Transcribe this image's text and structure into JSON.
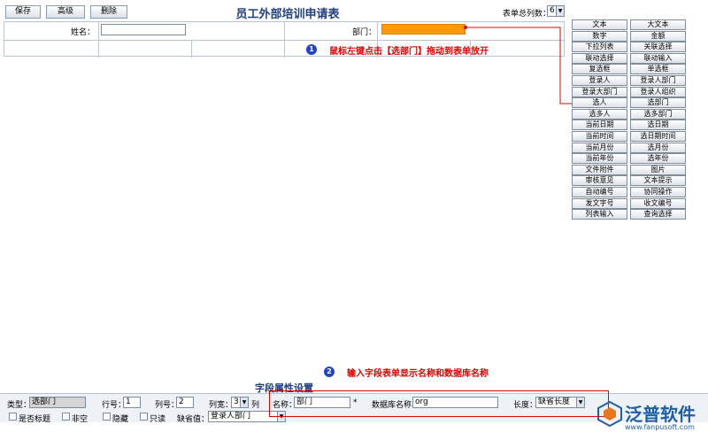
{
  "toolbar": {
    "save": "保存",
    "advanced": "高级",
    "delete": "删除"
  },
  "form_title": "员工外部培训申请表",
  "columns": {
    "label": "表单总列数：",
    "value": "6"
  },
  "form": {
    "name_label": "姓名：",
    "dept_label": "部门："
  },
  "panel_buttons": [
    "文本",
    "大文本",
    "数字",
    "金额",
    "下拉列表",
    "关联选择",
    "联动选择",
    "联动输入",
    "复选框",
    "单选框",
    "登录人",
    "登录人部门",
    "登录大部门",
    "登录人组织",
    "选人",
    "选部门",
    "选多人",
    "选多部门",
    "当前日期",
    "选日期",
    "当前时间",
    "选日期时间",
    "当前月份",
    "选月份",
    "当前年份",
    "选年份",
    "文件附件",
    "图片",
    "审核意见",
    "文本提示",
    "自动编号",
    "协同操作",
    "发文字号",
    "收文编号",
    "列表输入",
    "查询选择"
  ],
  "annotations": {
    "step1_num": "1",
    "step1": "鼠标左键点击【选部门】拖动到表单放开",
    "step2_num": "2",
    "step2": "输入字段表单显示名称和数据库名称"
  },
  "section_title": "字段属性设置",
  "props": {
    "type_label": "类型：",
    "type_value": "选部门",
    "row_label": "行号：",
    "row_value": "1",
    "col_label": "列号：",
    "col_value": "2",
    "width_label": "列宽：",
    "width_value": "3",
    "width_unit": "列",
    "name_label": "名称：",
    "name_value": "部门",
    "required_mark": "*",
    "db_label": "数据库名称：",
    "db_value": "org",
    "length_label": "长度：",
    "length_value": "缺省长度",
    "is_title": "是否标题",
    "not_null": "非空",
    "hidden": "隐藏",
    "readonly": "只读",
    "default_label": "缺省值：",
    "default_value": "登录人部门"
  },
  "logo": {
    "brand": "泛普软件",
    "url": "www.fanpusoft.com"
  },
  "colors": {
    "accent_orange": "#ff9900",
    "annotation_red": "#e00000",
    "title_blue": "#1f3f80"
  }
}
